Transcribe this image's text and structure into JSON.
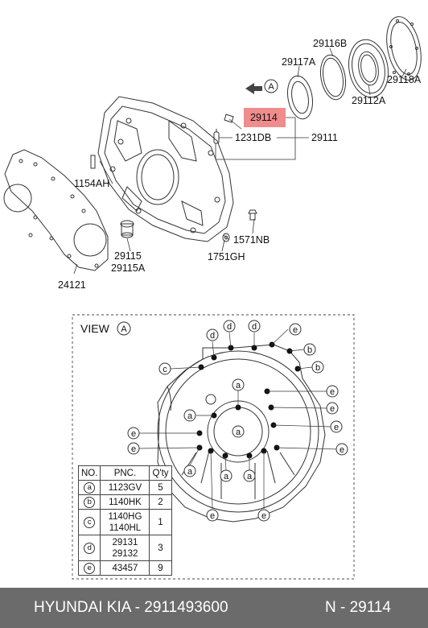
{
  "top_labels": {
    "p29116B": "29116B",
    "p29117A": "29117A",
    "p29118A": "29118A",
    "p29112A": "29112A",
    "p29114": "29114",
    "p1231DB": "1231DB",
    "p29111": "29111",
    "p1154AH": "1154AH",
    "p1571NB": "1571NB",
    "p29115": "29115",
    "p29115A": "29115A",
    "p1751GH": "1751GH",
    "p24121": "24121",
    "view_mark": "A"
  },
  "view": {
    "title": "VIEW",
    "mark": "A"
  },
  "callouts": {
    "a": "a",
    "b": "b",
    "c": "c",
    "d": "d",
    "e": "e"
  },
  "table": {
    "headers": [
      "NO.",
      "PNC.",
      "Q'ty"
    ],
    "rows": [
      {
        "no": "a",
        "pnc1": "1123GV",
        "pnc2": "",
        "qty": "5"
      },
      {
        "no": "b",
        "pnc1": "1140HK",
        "pnc2": "",
        "qty": "2"
      },
      {
        "no": "c",
        "pnc1": "1140HG",
        "pnc2": "1140HL",
        "qty": "1"
      },
      {
        "no": "d",
        "pnc1": "29131",
        "pnc2": "29132",
        "qty": "3"
      },
      {
        "no": "e",
        "pnc1": "43457",
        "pnc2": "",
        "qty": "9"
      }
    ]
  },
  "footer": {
    "left": "HYUNDAI  KIA - 2911493600",
    "right": "N - 29114"
  },
  "colors": {
    "highlight": "#f08c8c",
    "footer_bg": "#6b6b6b"
  }
}
